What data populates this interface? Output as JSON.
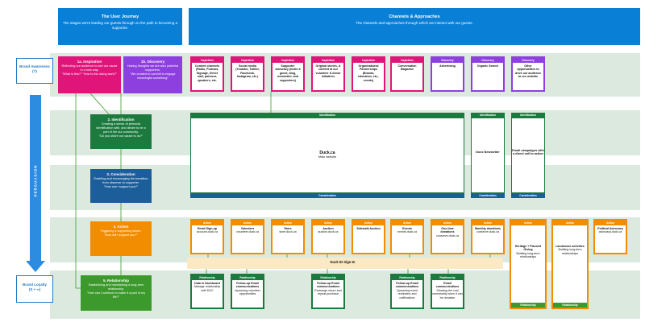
{
  "header": {
    "journey_title": "The User Journey",
    "journey_sub": "The stages we're leading our guests through on the path to becoming a supporter.",
    "channels_title": "Channels & Approaches",
    "channels_sub": "The channels and approaches through which we interact with our guests."
  },
  "side": {
    "brand_awareness": "Brand Awareness",
    "brand_awareness_n": "(?)",
    "brand_loyalty": "Brand Loyalty",
    "brand_loyalty_n": "(S + ∞)",
    "persuasion": "PERSUASION"
  },
  "stages": {
    "inspiration": {
      "title": "1a. Inspiration",
      "desc": "Reflecting our audience to see our cause in a new way.",
      "quote": "\"What is this?\" \"How is this doing work?\""
    },
    "discovery": {
      "title": "1b. Discovery",
      "desc": "Having thoughts we are also potential supporters.",
      "quote": "\"We created to commit to engage meaningful something\""
    },
    "identification": {
      "title": "2. Identification",
      "desc": "Creating a sense of personal identification with, and desire to be a part of the our community.",
      "quote": "\"Do you share our cause to us?\""
    },
    "consideration": {
      "title": "3. Consideration",
      "desc": "Enabling and encouraging the transition from observer to supporter.",
      "quote": "\"How can I support you?\""
    },
    "action": {
      "title": "4. Action",
      "desc": "Triggering a supporting action.",
      "quote": "\"How will I support you?\""
    },
    "relationship": {
      "title": "5. Relationship",
      "desc": "Establishing and maintaining a long-term relationship.",
      "quote": "\"How can I continue to make it a part of my life?\""
    }
  },
  "awareness_cards": [
    {
      "tag": "Inspiration",
      "text": "Content channels (Radio, Podcast, Signage, Direct mail, partners, speakers, etc."
    },
    {
      "tag": "Inspiration",
      "text": "Social media (Youtube, Twitter, Facebook, Instagram, etc.)"
    },
    {
      "tag": "Inspiration",
      "text": "Supporter advocacy (Invite a guest, blog, newsletter, and supporters)"
    },
    {
      "tag": "Inspiration",
      "text": "Original stories, & content at our volunteer & donor initiatives"
    },
    {
      "tag": "Inspiration",
      "text": "Organizational Partnerships (Brands, education, etc., events)"
    },
    {
      "tag": "Inspiration",
      "text": "Conversation Magazine"
    },
    {
      "tag": "Discovery",
      "text": "Advertising"
    },
    {
      "tag": "Discovery",
      "text": "Organic Search"
    },
    {
      "tag": "Discovery",
      "text": "Other opportunities to drive our audience to our website"
    }
  ],
  "identification_bar": "Identification",
  "consideration_bar": "Consideration",
  "main_block": {
    "title": "Duck.ca",
    "sub": "Main website"
  },
  "side_blocks": [
    {
      "top": "Identification",
      "text": "Docs Newsletter",
      "bottom": "Consideration"
    },
    {
      "top": "Identification",
      "text": "Email campaigns with a direct call to action",
      "bottom": "Consideration"
    }
  ],
  "action_cards": [
    {
      "tag": "Action",
      "text": "Email Sign-up",
      "sub": "account.duck.ca"
    },
    {
      "tag": "Action",
      "text": "Volunteer",
      "sub": "volunteer.duck.ca"
    },
    {
      "tag": "Action",
      "text": "Store",
      "sub": "store.duck.ca"
    },
    {
      "tag": "Action",
      "text": "Auction",
      "sub": "auction.duck.ca"
    },
    {
      "tag": "Action",
      "text": "Sidewalk Auction",
      "sub": ""
    },
    {
      "tag": "Action",
      "text": "Events",
      "sub": "events.duck.ca"
    },
    {
      "tag": "Action",
      "text": "One-time donations",
      "sub": "conserve.duck.ca"
    },
    {
      "tag": "Action",
      "text": "Monthly donations",
      "sub": "conserve.duck.ca"
    }
  ],
  "tall_cards": [
    {
      "tag": "Action",
      "text": "Heritage + Planned Giving",
      "sub": "Building long-term relationships",
      "bottom": "Relationship"
    },
    {
      "tag": "Action",
      "text": "Landowner activities",
      "sub": "Building long-term relationships",
      "bottom": "Relationship"
    }
  ],
  "policy_card": {
    "tag": "Action",
    "text": "Political Advocacy",
    "sub": "advocacy.duck.ca"
  },
  "duckid": "Duck ID Sign-In",
  "relationship_cards": [
    {
      "tag": "Relationship",
      "text": "Data in Dashboard",
      "sub": "Manage relationship with DUC"
    },
    {
      "tag": "Relationship",
      "text": "Follow-up Email communications",
      "sub": "Upcoming volunteer opportunities"
    },
    {
      "tag": "Relationship",
      "text": "Follow-up Email communications",
      "sub": "Exchange return and repeat purchase"
    },
    {
      "tag": "Relationship",
      "text": "Follow-up Email communications",
      "sub": "Upcoming event reminders and notifications"
    },
    {
      "tag": "Relationship",
      "text": "Email communications",
      "sub": "Showing the cost necessarily when it can be donation"
    }
  ],
  "colors": {
    "header_blue": "#0a7fd6",
    "inspiration_pink": "#e0157a",
    "discovery_purple": "#8e3fe0",
    "identification_green": "#1d7a3e",
    "consideration_blue": "#1c5e9a",
    "action_orange": "#f28c00",
    "relationship_green": "#3c9a2c",
    "band_green": "#dbe9df"
  }
}
